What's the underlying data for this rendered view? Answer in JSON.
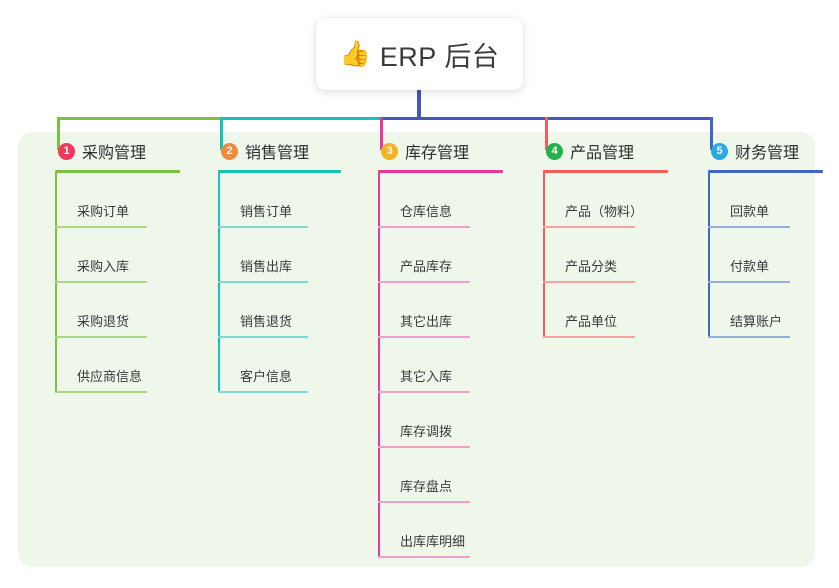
{
  "title": {
    "emoji": "👍",
    "emoji_name": "thumbs-up-icon",
    "text": "ERP 后台"
  },
  "theme": {
    "page_background": "#ffffff",
    "panel_background": "#eff7eb",
    "card_background": "#ffffff",
    "title_text_color": "#3c3c40",
    "stem_color": "#4455bb"
  },
  "columns": [
    {
      "number": "1",
      "title": "采购管理",
      "color": "#7ac143",
      "leaf_color": "#a9d882",
      "badge_color": "#f0395b",
      "items": [
        "采购订单",
        "采购入库",
        "采购退货",
        "供应商信息"
      ]
    },
    {
      "number": "2",
      "title": "销售管理",
      "color": "#17c3b2",
      "leaf_color": "#7fd9d0",
      "badge_color": "#f08a3c",
      "items": [
        "销售订单",
        "销售出库",
        "销售退货",
        "客户信息"
      ]
    },
    {
      "number": "3",
      "title": "库存管理",
      "color": "#e8399b",
      "leaf_color": "#efa0c9",
      "badge_color": "#f5b324",
      "items": [
        "仓库信息",
        "产品库存",
        "其它出库",
        "其它入库",
        "库存调拨",
        "库存盘点",
        "出库库明细"
      ]
    },
    {
      "number": "4",
      "title": "产品管理",
      "color": "#f25c5c",
      "leaf_color": "#f5a3a0",
      "badge_color": "#22b14c",
      "items": [
        "产品（物料）",
        "产品分类",
        "产品单位"
      ]
    },
    {
      "number": "5",
      "title": "财务管理",
      "color": "#4067c7",
      "leaf_color": "#93aee0",
      "badge_color": "#29abe2",
      "items": [
        "回款单",
        "付款单",
        "结算账户"
      ]
    }
  ]
}
